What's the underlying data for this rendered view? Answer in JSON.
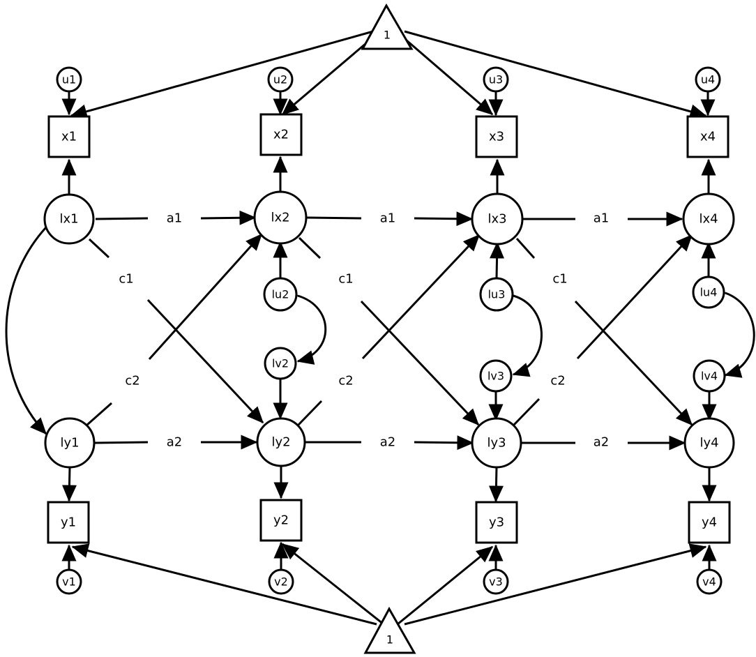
{
  "const_top": {
    "label": "1"
  },
  "const_bottom": {
    "label": "1"
  },
  "observed_x": [
    {
      "label": "x1",
      "error": "u1"
    },
    {
      "label": "x2",
      "error": "u2"
    },
    {
      "label": "x3",
      "error": "u3"
    },
    {
      "label": "x4",
      "error": "u4"
    }
  ],
  "observed_y": [
    {
      "label": "y1",
      "error": "v1"
    },
    {
      "label": "y2",
      "error": "v2"
    },
    {
      "label": "y3",
      "error": "v3"
    },
    {
      "label": "y4",
      "error": "v4"
    }
  ],
  "latent_x": [
    "lx1",
    "lx2",
    "lx3",
    "lx4"
  ],
  "latent_y": [
    "ly1",
    "ly2",
    "ly3",
    "ly4"
  ],
  "latent_x_residuals": [
    "lu2",
    "lu3",
    "lu4"
  ],
  "latent_y_residuals": [
    "lv2",
    "lv3",
    "lv4"
  ],
  "path_labels": {
    "autoregressive_x": "a1",
    "autoregressive_y": "a2",
    "cross_x_to_y": "c1",
    "cross_y_to_x": "c2"
  }
}
